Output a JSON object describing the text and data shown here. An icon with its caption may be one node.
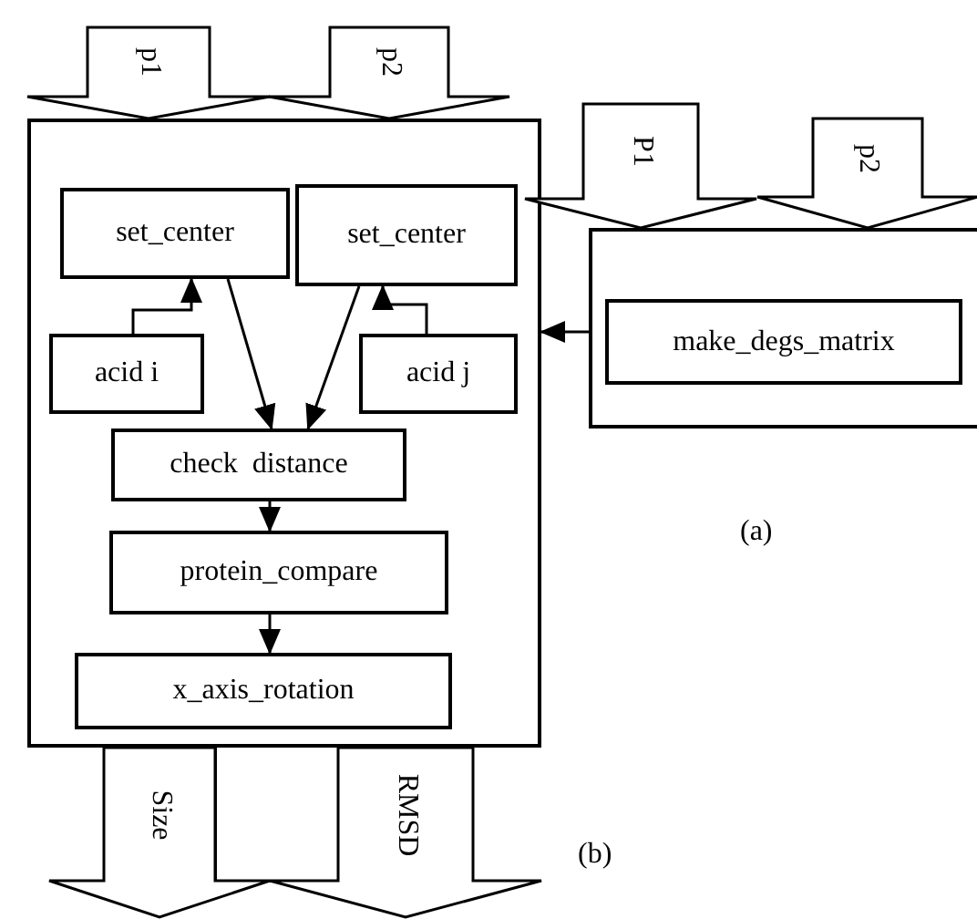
{
  "diagram": {
    "nodes": [
      {
        "text": [],
        "shape": "box"
      },
      {
        "text": [
          "set_center"
        ],
        "in": 0
      },
      {
        "text": [
          "set_center"
        ],
        "in": 0
      },
      {
        "text": [
          "acid i"
        ],
        "in": 0
      },
      {
        "text": [
          "acid j"
        ],
        "in": 0
      },
      {
        "text": [
          "check  distance"
        ],
        "in": 0
      },
      {
        "text": [
          "protein_compare"
        ],
        "in": 0
      },
      {
        "text": [
          "x_axis_rotation"
        ],
        "in": 0
      },
      {
        "text": [],
        "shape": "box"
      },
      {
        "text": [
          "make_degs_matrix"
        ],
        "in": 8
      },
      {
        "text": [],
        "shape": "box"
      }
    ],
    "edges": [
      {
        "from": null,
        "to": 0,
        "arrow": "to",
        "label": "p1",
        "style": "thick"
      },
      {
        "from": null,
        "to": 0,
        "arrow": "to",
        "label": "p2",
        "style": "thick"
      },
      {
        "from": null,
        "to": 8,
        "arrow": "to",
        "label": "P1",
        "style": "thick"
      },
      {
        "from": null,
        "to": 8,
        "arrow": "to",
        "label": "p2",
        "style": "thick"
      },
      {
        "from": 3,
        "to": 1,
        "arrow": "to"
      },
      {
        "from": 4,
        "to": 2,
        "arrow": "to"
      },
      {
        "from": 1,
        "to": 5,
        "arrow": "to"
      },
      {
        "from": 2,
        "to": 5,
        "arrow": "to"
      },
      {
        "from": 5,
        "to": 6,
        "arrow": "to"
      },
      {
        "from": 6,
        "to": 7,
        "arrow": "to"
      },
      {
        "from": 8,
        "to": 0,
        "arrow": "to"
      },
      {
        "from": 0,
        "to": null,
        "arrow": "to",
        "label": "Size",
        "style": "thick"
      },
      {
        "from": 0,
        "to": null,
        "arrow": "to",
        "label": "RMSD",
        "style": "thick"
      }
    ],
    "labels": [
      "(a)",
      "(b)"
    ]
  }
}
